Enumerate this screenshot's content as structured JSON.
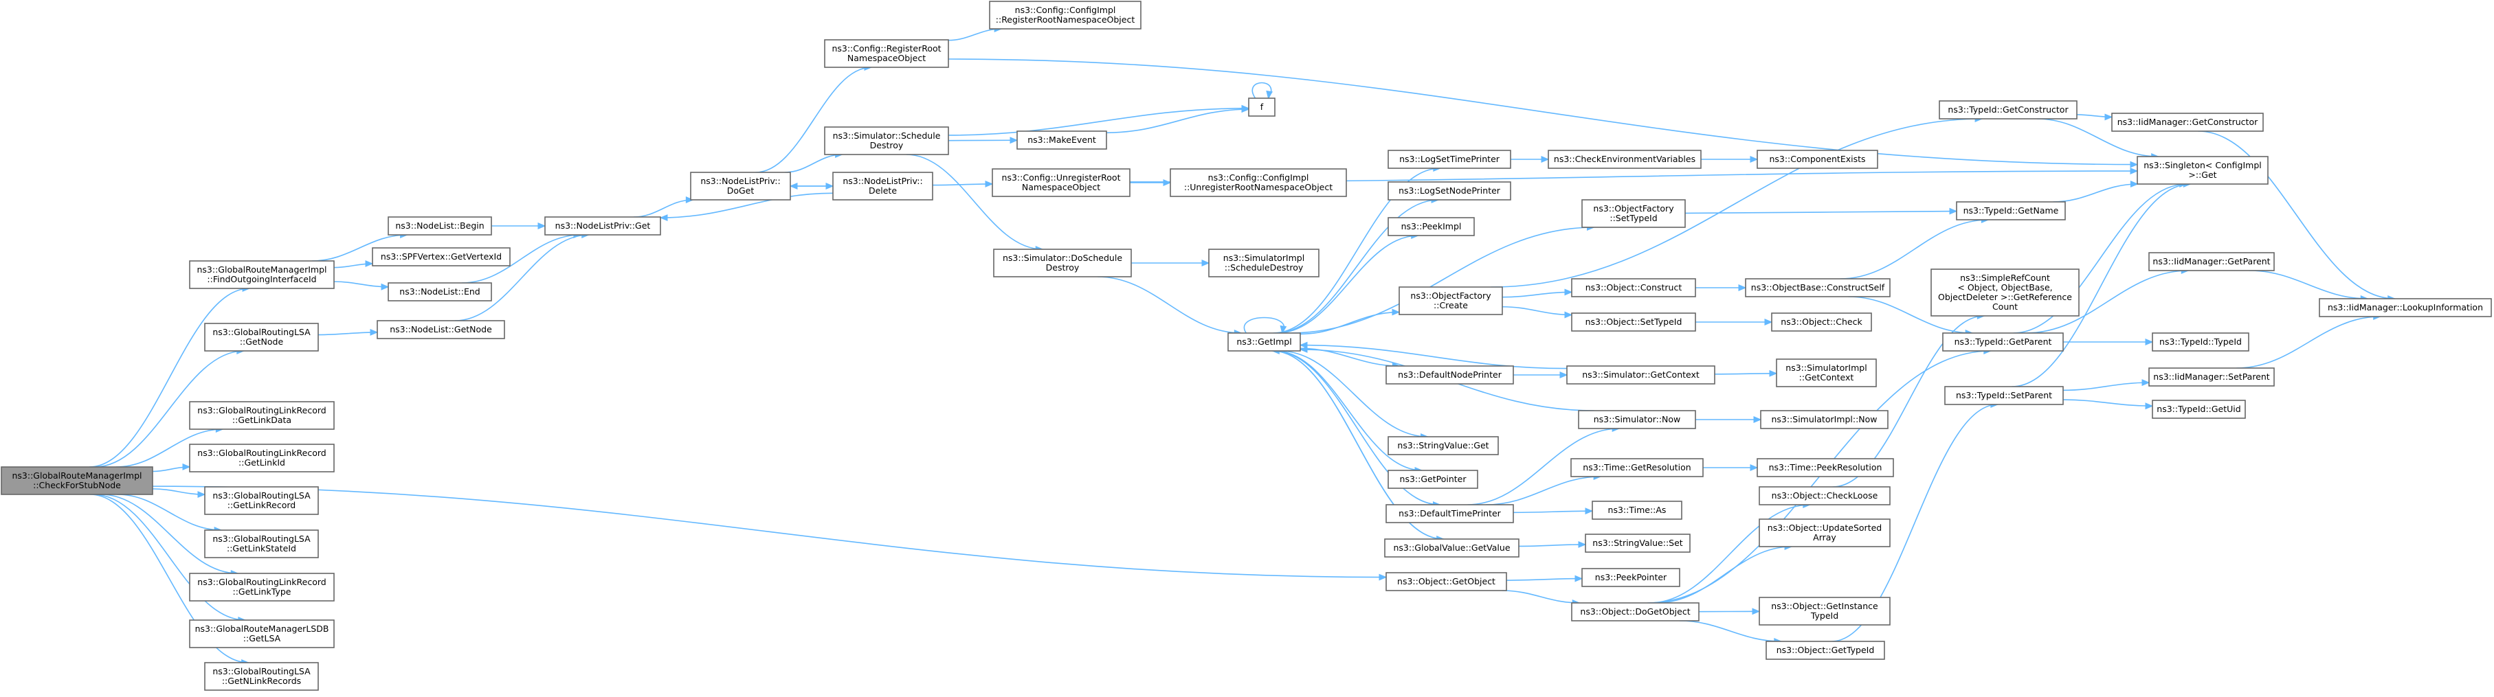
{
  "colors": {
    "edge": "#63b8ff",
    "node_border": "#666666",
    "node_border_truncated": "#ff0000",
    "root_fill": "#999999",
    "node_fill": "#ffffff"
  },
  "nodes": [
    {
      "id": "root",
      "lines": [
        "ns3::GlobalRouteManagerImpl",
        "::CheckForStubNode"
      ],
      "style": "root"
    },
    {
      "id": "findOut",
      "lines": [
        "ns3::GlobalRouteManagerImpl",
        "::FindOutgoingInterfaceId"
      ]
    },
    {
      "id": "lsaGetNode",
      "lines": [
        "ns3::GlobalRoutingLSA",
        "::GetNode"
      ]
    },
    {
      "id": "getLinkData",
      "lines": [
        "ns3::GlobalRoutingLinkRecord",
        "::GetLinkData"
      ]
    },
    {
      "id": "getLinkId",
      "lines": [
        "ns3::GlobalRoutingLinkRecord",
        "::GetLinkId"
      ]
    },
    {
      "id": "getLinkRecord",
      "lines": [
        "ns3::GlobalRoutingLSA",
        "::GetLinkRecord"
      ]
    },
    {
      "id": "getLinkStateId",
      "lines": [
        "ns3::GlobalRoutingLSA",
        "::GetLinkStateId"
      ]
    },
    {
      "id": "getLinkType",
      "lines": [
        "ns3::GlobalRoutingLinkRecord",
        "::GetLinkType"
      ]
    },
    {
      "id": "getLSA",
      "lines": [
        "ns3::GlobalRouteManagerLSDB",
        "::GetLSA"
      ]
    },
    {
      "id": "getNLinkRecords",
      "lines": [
        "ns3::GlobalRoutingLSA",
        "::GetNLinkRecords"
      ]
    },
    {
      "id": "nlBegin",
      "lines": [
        "ns3::NodeList::Begin"
      ]
    },
    {
      "id": "spfGetVertexId",
      "lines": [
        "ns3::SPFVertex::GetVertexId"
      ]
    },
    {
      "id": "nlEnd",
      "lines": [
        "ns3::NodeList::End"
      ]
    },
    {
      "id": "nlGetNode",
      "lines": [
        "ns3::NodeList::GetNode"
      ]
    },
    {
      "id": "nlpGet",
      "lines": [
        "ns3::NodeListPriv::Get"
      ]
    },
    {
      "id": "nlpDoGet",
      "lines": [
        "ns3::NodeListPriv::",
        "DoGet"
      ]
    },
    {
      "id": "nlpDelete",
      "lines": [
        "ns3::NodeListPriv::",
        "Delete"
      ]
    },
    {
      "id": "cfgRegRoot",
      "lines": [
        "ns3::Config::RegisterRoot",
        "NamespaceObject"
      ]
    },
    {
      "id": "cfgImplReg",
      "lines": [
        "ns3::Config::ConfigImpl",
        "::RegisterRootNamespaceObject"
      ]
    },
    {
      "id": "simScheduleDestroy",
      "lines": [
        "ns3::Simulator::Schedule",
        "Destroy"
      ]
    },
    {
      "id": "makeEvent",
      "lines": [
        "ns3::MakeEvent"
      ]
    },
    {
      "id": "f",
      "lines": [
        "f"
      ]
    },
    {
      "id": "cfgUnreg",
      "lines": [
        "ns3::Config::UnregisterRoot",
        "NamespaceObject"
      ]
    },
    {
      "id": "cfgImplUnreg",
      "lines": [
        "ns3::Config::ConfigImpl",
        "::UnregisterRootNamespaceObject"
      ]
    },
    {
      "id": "simDoSchedDestroy",
      "lines": [
        "ns3::Simulator::DoSchedule",
        "Destroy"
      ]
    },
    {
      "id": "simImplSchedDestroy",
      "lines": [
        "ns3::SimulatorImpl",
        "::ScheduleDestroy"
      ]
    },
    {
      "id": "getImpl",
      "lines": [
        "ns3::GetImpl"
      ]
    },
    {
      "id": "logSetTimePrinter",
      "lines": [
        "ns3::LogSetTimePrinter"
      ]
    },
    {
      "id": "logSetNodePrinter",
      "lines": [
        "ns3::LogSetNodePrinter"
      ]
    },
    {
      "id": "peekImpl",
      "lines": [
        "ns3::PeekImpl"
      ]
    },
    {
      "id": "objFactoryCreate",
      "lines": [
        "ns3::ObjectFactory",
        "::Create"
      ]
    },
    {
      "id": "defaultNodePrinter",
      "lines": [
        "ns3::DefaultNodePrinter"
      ]
    },
    {
      "id": "stringValueGet",
      "lines": [
        "ns3::StringValue::Get"
      ]
    },
    {
      "id": "getPointer",
      "lines": [
        "ns3::GetPointer"
      ]
    },
    {
      "id": "defaultTimePrinter",
      "lines": [
        "ns3::DefaultTimePrinter"
      ]
    },
    {
      "id": "globalValueGetValue",
      "lines": [
        "ns3::GlobalValue::GetValue"
      ]
    },
    {
      "id": "objGetObject",
      "lines": [
        "ns3::Object::GetObject"
      ]
    },
    {
      "id": "checkEnvVars",
      "lines": [
        "ns3::CheckEnvironmentVariables"
      ],
      "style": "truncated"
    },
    {
      "id": "componentExists",
      "lines": [
        "ns3::ComponentExists"
      ],
      "style": "truncated"
    },
    {
      "id": "objFactorySetTypeId",
      "lines": [
        "ns3::ObjectFactory",
        "::SetTypeId"
      ]
    },
    {
      "id": "objConstruct",
      "lines": [
        "ns3::Object::Construct"
      ]
    },
    {
      "id": "objSetTypeId",
      "lines": [
        "ns3::Object::SetTypeId"
      ]
    },
    {
      "id": "simGetContext",
      "lines": [
        "ns3::Simulator::GetContext"
      ]
    },
    {
      "id": "simNow",
      "lines": [
        "ns3::Simulator::Now"
      ]
    },
    {
      "id": "timeGetResolution",
      "lines": [
        "ns3::Time::GetResolution"
      ]
    },
    {
      "id": "timeAs",
      "lines": [
        "ns3::Time::As"
      ]
    },
    {
      "id": "stringValueSet",
      "lines": [
        "ns3::StringValue::Set"
      ]
    },
    {
      "id": "peekPointer",
      "lines": [
        "ns3::PeekPointer"
      ]
    },
    {
      "id": "objDoGetObject",
      "lines": [
        "ns3::Object::DoGetObject"
      ]
    },
    {
      "id": "objBaseConstructSelf",
      "lines": [
        "ns3::ObjectBase::ConstructSelf"
      ],
      "style": "truncated"
    },
    {
      "id": "objCheck",
      "lines": [
        "ns3::Object::Check"
      ]
    },
    {
      "id": "simImplGetContext",
      "lines": [
        "ns3::SimulatorImpl",
        "::GetContext"
      ]
    },
    {
      "id": "simImplNow",
      "lines": [
        "ns3::SimulatorImpl::Now"
      ]
    },
    {
      "id": "timePeekResolution",
      "lines": [
        "ns3::Time::PeekResolution"
      ],
      "style": "truncated"
    },
    {
      "id": "objCheckLoose",
      "lines": [
        "ns3::Object::CheckLoose"
      ]
    },
    {
      "id": "objUpdateSortedArray",
      "lines": [
        "ns3::Object::UpdateSorted",
        "Array"
      ]
    },
    {
      "id": "objGetInstanceTypeId",
      "lines": [
        "ns3::Object::GetInstance",
        "TypeId"
      ]
    },
    {
      "id": "objGetTypeId",
      "lines": [
        "ns3::Object::GetTypeId"
      ]
    },
    {
      "id": "typeIdGetConstructor",
      "lines": [
        "ns3::TypeId::GetConstructor"
      ]
    },
    {
      "id": "typeIdGetName",
      "lines": [
        "ns3::TypeId::GetName"
      ],
      "style": "truncated"
    },
    {
      "id": "simpleRefCount",
      "lines": [
        "ns3::SimpleRefCount",
        "< Object, ObjectBase,",
        "ObjectDeleter >::GetReference",
        "Count"
      ]
    },
    {
      "id": "typeIdGetParent",
      "lines": [
        "ns3::TypeId::GetParent"
      ]
    },
    {
      "id": "typeIdSetParent",
      "lines": [
        "ns3::TypeId::SetParent"
      ]
    },
    {
      "id": "iidGetConstructor",
      "lines": [
        "ns3::IidManager::GetConstructor"
      ]
    },
    {
      "id": "singletonGet",
      "lines": [
        "ns3::Singleton< ConfigImpl",
        ">::Get"
      ]
    },
    {
      "id": "iidGetParent",
      "lines": [
        "ns3::IidManager::GetParent"
      ]
    },
    {
      "id": "typeIdTypeId",
      "lines": [
        "ns3::TypeId::TypeId"
      ]
    },
    {
      "id": "iidSetParent",
      "lines": [
        "ns3::IidManager::SetParent"
      ]
    },
    {
      "id": "typeIdGetUid",
      "lines": [
        "ns3::TypeId::GetUid"
      ]
    },
    {
      "id": "iidLookupInfo",
      "lines": [
        "ns3::IidManager::LookupInformation"
      ]
    }
  ],
  "edges": [
    [
      "root",
      "findOut"
    ],
    [
      "root",
      "lsaGetNode"
    ],
    [
      "root",
      "getLinkData"
    ],
    [
      "root",
      "getLinkId"
    ],
    [
      "root",
      "getLinkRecord"
    ],
    [
      "root",
      "getLinkStateId"
    ],
    [
      "root",
      "getLinkType"
    ],
    [
      "root",
      "getLSA"
    ],
    [
      "root",
      "getNLinkRecords"
    ],
    [
      "root",
      "objGetObject"
    ],
    [
      "findOut",
      "nlBegin"
    ],
    [
      "findOut",
      "spfGetVertexId"
    ],
    [
      "findOut",
      "nlEnd"
    ],
    [
      "lsaGetNode",
      "nlGetNode"
    ],
    [
      "nlBegin",
      "nlpGet"
    ],
    [
      "nlEnd",
      "nlpGet"
    ],
    [
      "nlGetNode",
      "nlpGet"
    ],
    [
      "nlpGet",
      "nlpDoGet"
    ],
    [
      "nlpDoGet",
      "cfgRegRoot"
    ],
    [
      "nlpDoGet",
      "simScheduleDestroy"
    ],
    [
      "nlpDoGet",
      "nlpDelete"
    ],
    [
      "nlpDelete",
      "nlpDoGet"
    ],
    [
      "nlpDelete",
      "nlpGet"
    ],
    [
      "nlpDelete",
      "cfgUnreg"
    ],
    [
      "cfgRegRoot",
      "cfgImplReg"
    ],
    [
      "cfgRegRoot",
      "singletonGet"
    ],
    [
      "simScheduleDestroy",
      "f"
    ],
    [
      "simScheduleDestroy",
      "makeEvent"
    ],
    [
      "simScheduleDestroy",
      "simDoSchedDestroy"
    ],
    [
      "makeEvent",
      "f"
    ],
    [
      "f",
      "f"
    ],
    [
      "cfgUnreg",
      "cfgImplUnreg"
    ],
    [
      "cfgUnreg",
      "singletonGet"
    ],
    [
      "simDoSchedDestroy",
      "simImplSchedDestroy"
    ],
    [
      "simDoSchedDestroy",
      "getImpl"
    ],
    [
      "getImpl",
      "logSetTimePrinter"
    ],
    [
      "getImpl",
      "logSetNodePrinter"
    ],
    [
      "getImpl",
      "peekImpl"
    ],
    [
      "getImpl",
      "objFactoryCreate"
    ],
    [
      "getImpl",
      "defaultNodePrinter"
    ],
    [
      "getImpl",
      "stringValueGet"
    ],
    [
      "getImpl",
      "getPointer"
    ],
    [
      "getImpl",
      "defaultTimePrinter"
    ],
    [
      "getImpl",
      "globalValueGetValue"
    ],
    [
      "getImpl",
      "getImpl"
    ],
    [
      "getImpl",
      "objFactorySetTypeId"
    ],
    [
      "logSetTimePrinter",
      "checkEnvVars"
    ],
    [
      "checkEnvVars",
      "componentExists"
    ],
    [
      "objFactoryCreate",
      "objConstruct"
    ],
    [
      "objFactoryCreate",
      "objSetTypeId"
    ],
    [
      "objFactoryCreate",
      "typeIdGetConstructor"
    ],
    [
      "objFactorySetTypeId",
      "typeIdGetName"
    ],
    [
      "defaultNodePrinter",
      "simGetContext"
    ],
    [
      "simGetContext",
      "getImpl"
    ],
    [
      "simGetContext",
      "simImplGetContext"
    ],
    [
      "simNow",
      "getImpl"
    ],
    [
      "simNow",
      "simImplNow"
    ],
    [
      "defaultTimePrinter",
      "simNow"
    ],
    [
      "defaultTimePrinter",
      "timeGetResolution"
    ],
    [
      "defaultTimePrinter",
      "timeAs"
    ],
    [
      "timeGetResolution",
      "timePeekResolution"
    ],
    [
      "globalValueGetValue",
      "getImpl"
    ],
    [
      "globalValueGetValue",
      "stringValueSet"
    ],
    [
      "objGetObject",
      "peekPointer"
    ],
    [
      "objGetObject",
      "objDoGetObject"
    ],
    [
      "objConstruct",
      "objBaseConstructSelf"
    ],
    [
      "objSetTypeId",
      "objCheck"
    ],
    [
      "objBaseConstructSelf",
      "typeIdGetName"
    ],
    [
      "objBaseConstructSelf",
      "typeIdGetParent"
    ],
    [
      "objDoGetObject",
      "objCheckLoose"
    ],
    [
      "objDoGetObject",
      "objUpdateSortedArray"
    ],
    [
      "objDoGetObject",
      "objGetInstanceTypeId"
    ],
    [
      "objDoGetObject",
      "objGetTypeId"
    ],
    [
      "objDoGetObject",
      "typeIdGetParent"
    ],
    [
      "objCheckLoose",
      "simpleRefCount"
    ],
    [
      "objGetTypeId",
      "typeIdSetParent"
    ],
    [
      "typeIdGetConstructor",
      "iidGetConstructor"
    ],
    [
      "typeIdGetConstructor",
      "singletonGet"
    ],
    [
      "typeIdGetName",
      "singletonGet"
    ],
    [
      "typeIdGetParent",
      "iidGetParent"
    ],
    [
      "typeIdGetParent",
      "typeIdTypeId"
    ],
    [
      "typeIdGetParent",
      "singletonGet"
    ],
    [
      "typeIdSetParent",
      "iidSetParent"
    ],
    [
      "typeIdSetParent",
      "typeIdGetUid"
    ],
    [
      "typeIdSetParent",
      "singletonGet"
    ],
    [
      "iidGetConstructor",
      "iidLookupInfo"
    ],
    [
      "iidGetParent",
      "iidLookupInfo"
    ],
    [
      "iidSetParent",
      "iidLookupInfo"
    ]
  ]
}
